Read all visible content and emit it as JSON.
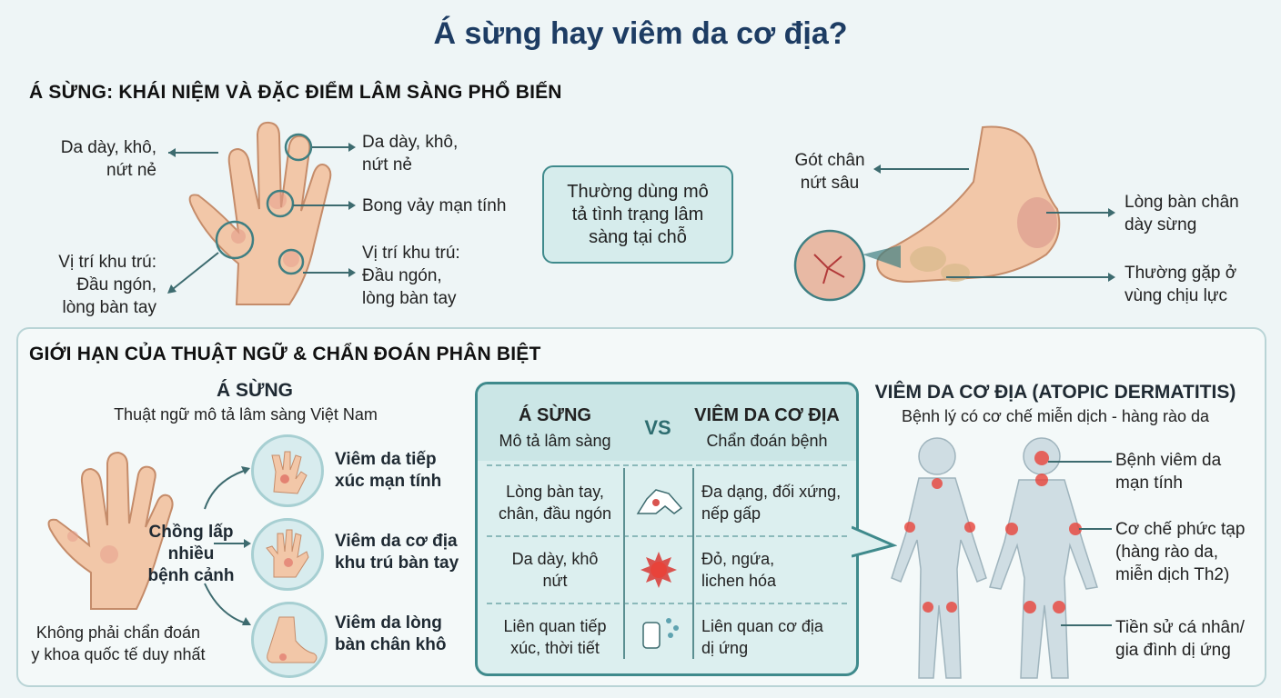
{
  "title": "Á sừng hay viêm da cơ địa?",
  "section1": {
    "heading": "Á SỪNG: KHÁI NIỆM VÀ ĐẶC ĐIỂM LÂM SÀNG PHỔ BIẾN",
    "hand_left_top": [
      "Da dày, khô,",
      "nứt nẻ"
    ],
    "hand_left_bottom": [
      "Vị trí khu trú:",
      "Đầu ngón,",
      "lòng bàn tay"
    ],
    "hand_right_top": [
      "Da dày, khô,",
      "nứt nẻ"
    ],
    "hand_right_mid": "Bong vảy mạn tính",
    "hand_right_bottom": [
      "Vị trí khu trú:",
      "Đầu ngón,",
      "lòng bàn tay"
    ],
    "center_box": [
      "Thường dùng mô",
      "tả tình trạng lâm",
      "sàng tại chỗ"
    ],
    "foot_heel": [
      "Gót chân",
      "nứt sâu"
    ],
    "foot_sole": [
      "Lòng bàn chân",
      "dày sừng"
    ],
    "foot_pressure": [
      "Thường gặp ở",
      "vùng chịu lực"
    ]
  },
  "section2": {
    "heading": "GIỚI HẠN CỦA THUẬT NGỮ & CHẨN ĐOÁN PHÂN BIỆT",
    "left_title": "Á SỪNG",
    "left_subtitle": "Thuật ngữ mô tả lâm sàng Việt Nam",
    "overlap": [
      "Chồng lấp",
      "nhiều",
      "bệnh cảnh"
    ],
    "not_diagnosis": [
      "Không phải chẩn đoán",
      "y khoa quốc tế duy nhất"
    ],
    "conditions": [
      [
        "Viêm da tiếp",
        "xúc mạn tính"
      ],
      [
        "Viêm da cơ địa",
        "khu trú bàn tay"
      ],
      [
        "Viêm da lòng",
        "bàn chân khô"
      ]
    ],
    "vs": {
      "left_head": "Á SỪNG",
      "left_sub": "Mô tả lâm sàng",
      "mid": "VS",
      "right_head": "VIÊM DA CƠ ĐỊA",
      "right_sub": "Chẩn đoán bệnh",
      "rows": [
        {
          "left": [
            "Lòng bàn tay,",
            "chân, đầu ngón"
          ],
          "right": [
            "Đa dạng, đối xứng,",
            "nếp gấp"
          ]
        },
        {
          "left": [
            "Da dày, khô",
            "nứt"
          ],
          "right": [
            "Đỏ, ngứa,",
            "lichen hóa"
          ]
        },
        {
          "left": [
            "Liên quan tiếp",
            "xúc, thời tiết"
          ],
          "right": [
            "Liên quan cơ địa",
            "dị ứng"
          ]
        }
      ]
    },
    "ad_title": "VIÊM DA CƠ ĐỊA (ATOPIC DERMATITIS)",
    "ad_subtitle": "Bệnh lý có cơ chế miễn dịch - hàng rào da",
    "ad_labels": [
      [
        "Bệnh viêm da",
        "mạn tính"
      ],
      [
        "Cơ chế phức tạp",
        "(hàng rào da,",
        "miễn dịch Th2)"
      ],
      [
        "Tiền sử cá nhân/",
        "gia đình dị ứng"
      ]
    ]
  },
  "colors": {
    "title": "#1d3c63",
    "accent": "#3f8a8c",
    "skin": "#f2c7a8",
    "lesion": "#d9534f",
    "body": "#cfdde3"
  }
}
